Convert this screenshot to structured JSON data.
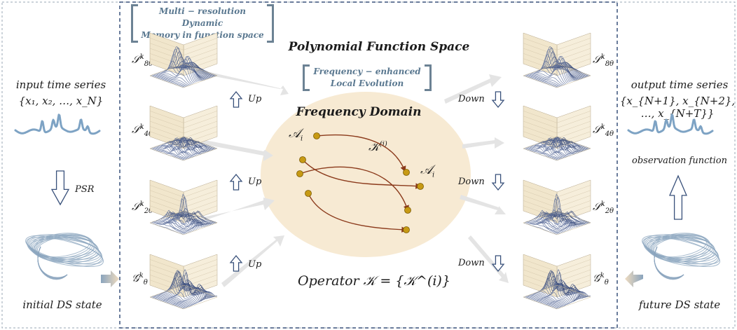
{
  "box_titles": {
    "memory": [
      "Multi − resolution Dynamic",
      "Memory in function space"
    ],
    "local_evolution": [
      "Frequency − enhanced",
      "Local Evolution"
    ]
  },
  "main_title": "Polynomial Function Space",
  "frequency_domain": "Frequency Domain",
  "input": {
    "label": "input time series",
    "set": "{x₁, x₂, …, x_N}",
    "psr": "PSR",
    "state": "initial DS state"
  },
  "output": {
    "label": "output time series",
    "set": "{x_{N+1}, x_{N+2}, …, x_{N+T}}",
    "obs": "observation function",
    "state": "future DS state"
  },
  "operator_text": "Operator 𝒦 = {𝒦^(i)}",
  "k_label": "𝒦",
  "k_sup": "(i)",
  "a_label": "𝒜",
  "a_sub": "i",
  "up_label": "Up",
  "down_label": "Down",
  "left_stack": [
    {
      "sym": "𝒮",
      "sup": "k",
      "sub": "8θ"
    },
    {
      "sym": "𝒮",
      "sup": "k",
      "sub": "4θ"
    },
    {
      "sym": "𝒮",
      "sup": "k",
      "sub": "2θ"
    },
    {
      "sym": "𝒢",
      "sup": "k",
      "sub": "θ"
    }
  ],
  "right_stack": [
    {
      "sym": "𝒮",
      "sup": "k",
      "sub": "8θ"
    },
    {
      "sym": "𝒮",
      "sup": "k",
      "sub": "4θ"
    },
    {
      "sym": "𝒮",
      "sup": "k",
      "sub": "2θ"
    },
    {
      "sym": "𝒢",
      "sup": "k",
      "sub": "θ"
    }
  ],
  "colors": {
    "dashed_border": "#38507a",
    "side_border": "#9aa7b4",
    "ellipse": "#f7ead3",
    "curve": "#8b3a1b",
    "dot": "#c79a14",
    "wave": "#7ea3c4",
    "bracket": "#6c8294",
    "surface_peak": "#3b4e7e",
    "surface_base": "#f1e2bf"
  }
}
